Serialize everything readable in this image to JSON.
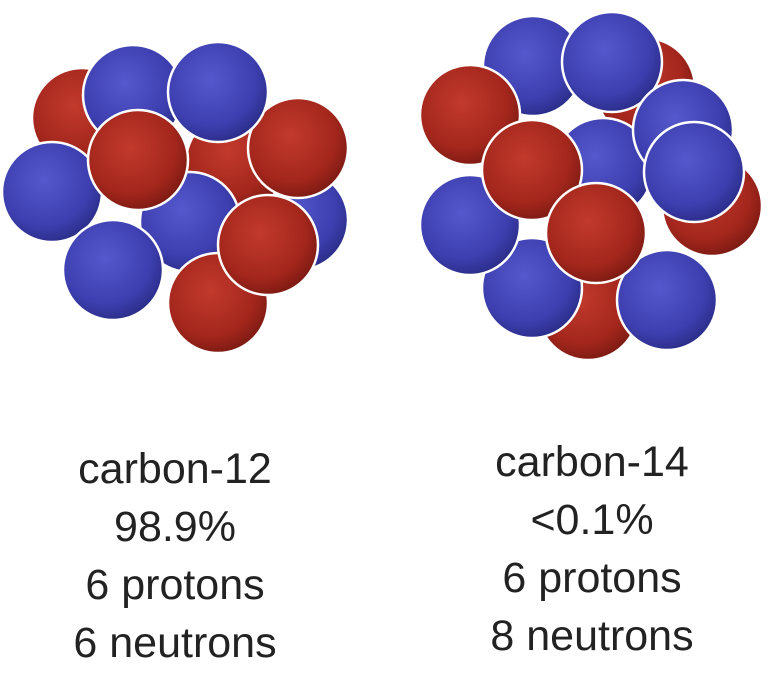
{
  "colors": {
    "proton": "#a3261c",
    "neutron": "#3d3fb0",
    "outline": "#ffffff",
    "background": "#ffffff",
    "text": "#222222"
  },
  "isotopes": [
    {
      "name": "carbon-12",
      "abundance": "98.9%",
      "protons": "6 protons",
      "neutrons": "6 neutrons",
      "proton_count": 6,
      "neutron_count": 6
    },
    {
      "name": "carbon-14",
      "abundance": "<0.1%",
      "protons": "6 protons",
      "neutrons": "8 neutrons",
      "proton_count": 6,
      "neutron_count": 8
    }
  ]
}
